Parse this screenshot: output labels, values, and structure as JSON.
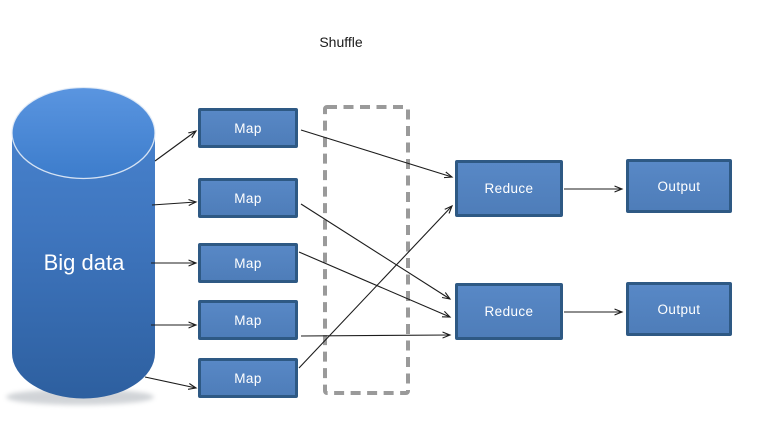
{
  "diagram": {
    "type": "mapreduce-flow",
    "nodes": {
      "source": {
        "id": "big-data",
        "label": "Big data",
        "shape": "cylinder"
      },
      "shuffle": {
        "id": "shuffle",
        "label": "Shuffle",
        "shape": "dashed-region"
      },
      "maps": [
        {
          "id": "map-1",
          "label": "Map"
        },
        {
          "id": "map-2",
          "label": "Map"
        },
        {
          "id": "map-3",
          "label": "Map"
        },
        {
          "id": "map-4",
          "label": "Map"
        },
        {
          "id": "map-5",
          "label": "Map"
        }
      ],
      "reduces": [
        {
          "id": "reduce-1",
          "label": "Reduce"
        },
        {
          "id": "reduce-2",
          "label": "Reduce"
        }
      ],
      "outputs": [
        {
          "id": "output-1",
          "label": "Output"
        },
        {
          "id": "output-2",
          "label": "Output"
        }
      ]
    },
    "edges": [
      {
        "from": "big-data",
        "to": "map-1"
      },
      {
        "from": "big-data",
        "to": "map-2"
      },
      {
        "from": "big-data",
        "to": "map-3"
      },
      {
        "from": "big-data",
        "to": "map-4"
      },
      {
        "from": "big-data",
        "to": "map-5"
      },
      {
        "from": "map-1",
        "to": "reduce-1"
      },
      {
        "from": "map-2",
        "to": "reduce-2"
      },
      {
        "from": "map-3",
        "to": "reduce-2"
      },
      {
        "from": "map-4",
        "to": "reduce-2"
      },
      {
        "from": "map-5",
        "to": "reduce-1"
      },
      {
        "from": "reduce-1",
        "to": "output-1"
      },
      {
        "from": "reduce-2",
        "to": "output-2"
      }
    ],
    "colors": {
      "node_fill": "#4e7db9",
      "node_fill_light": "#5888c6",
      "node_border": "#2e5984",
      "node_text": "#ffffff",
      "cylinder_top_blue": "#4a8ad8",
      "cylinder_bottom_blue": "#2d5f9f",
      "shuffle_outline": "#9a9a9a",
      "arrow": "#1c1c1c",
      "label_text": "#1a1a1a"
    }
  }
}
